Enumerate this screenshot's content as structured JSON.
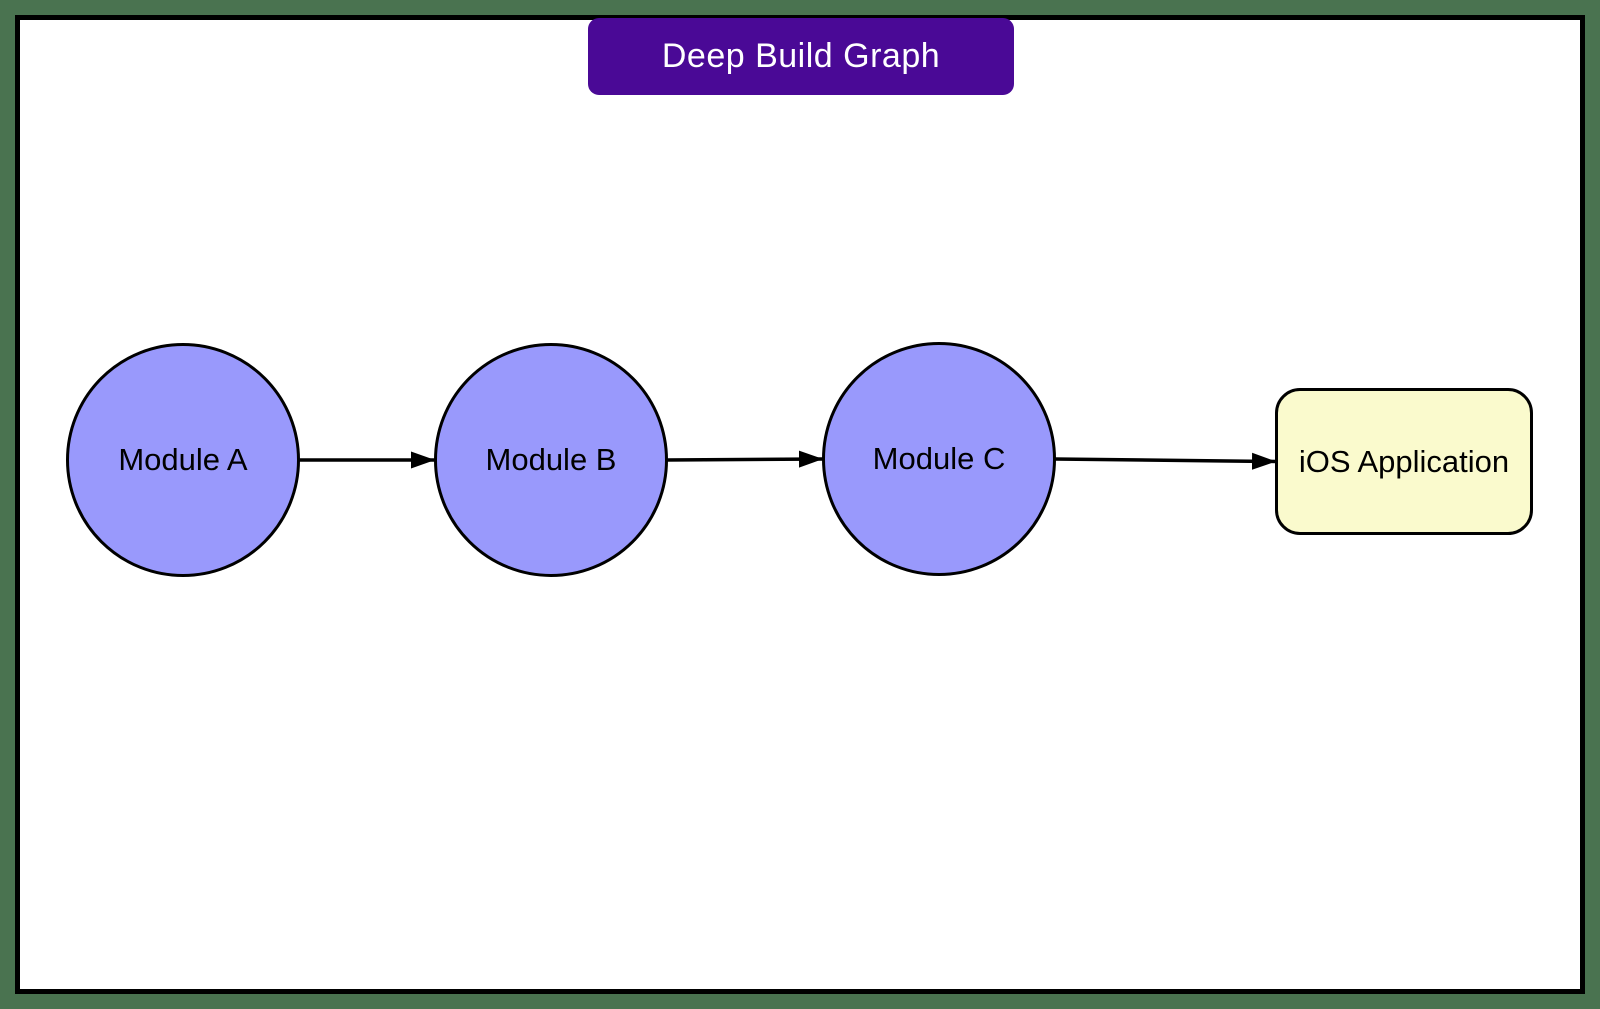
{
  "diagram": {
    "title": {
      "label": "Deep Build Graph",
      "bg_color": "#4A0996",
      "text_color": "#FFFFFF"
    },
    "nodes": [
      {
        "id": "moduleA",
        "label": "Module A",
        "shape": "circle",
        "fill": "#9999FC",
        "stroke": "#000000"
      },
      {
        "id": "moduleB",
        "label": "Module B",
        "shape": "circle",
        "fill": "#9999FC",
        "stroke": "#000000"
      },
      {
        "id": "moduleC",
        "label": "Module C",
        "shape": "circle",
        "fill": "#9999FC",
        "stroke": "#000000"
      },
      {
        "id": "iosApp",
        "label": "iOS Application",
        "shape": "rounded-rect",
        "fill": "#FAFACD",
        "stroke": "#000000"
      }
    ],
    "edges": [
      {
        "from": "moduleA",
        "to": "moduleB"
      },
      {
        "from": "moduleB",
        "to": "moduleC"
      },
      {
        "from": "moduleC",
        "to": "iosApp"
      }
    ],
    "colors": {
      "canvas_margin": "#4A7350",
      "surface": "#FFFFFF",
      "frame_border": "#000000",
      "arrow": "#000000"
    }
  }
}
